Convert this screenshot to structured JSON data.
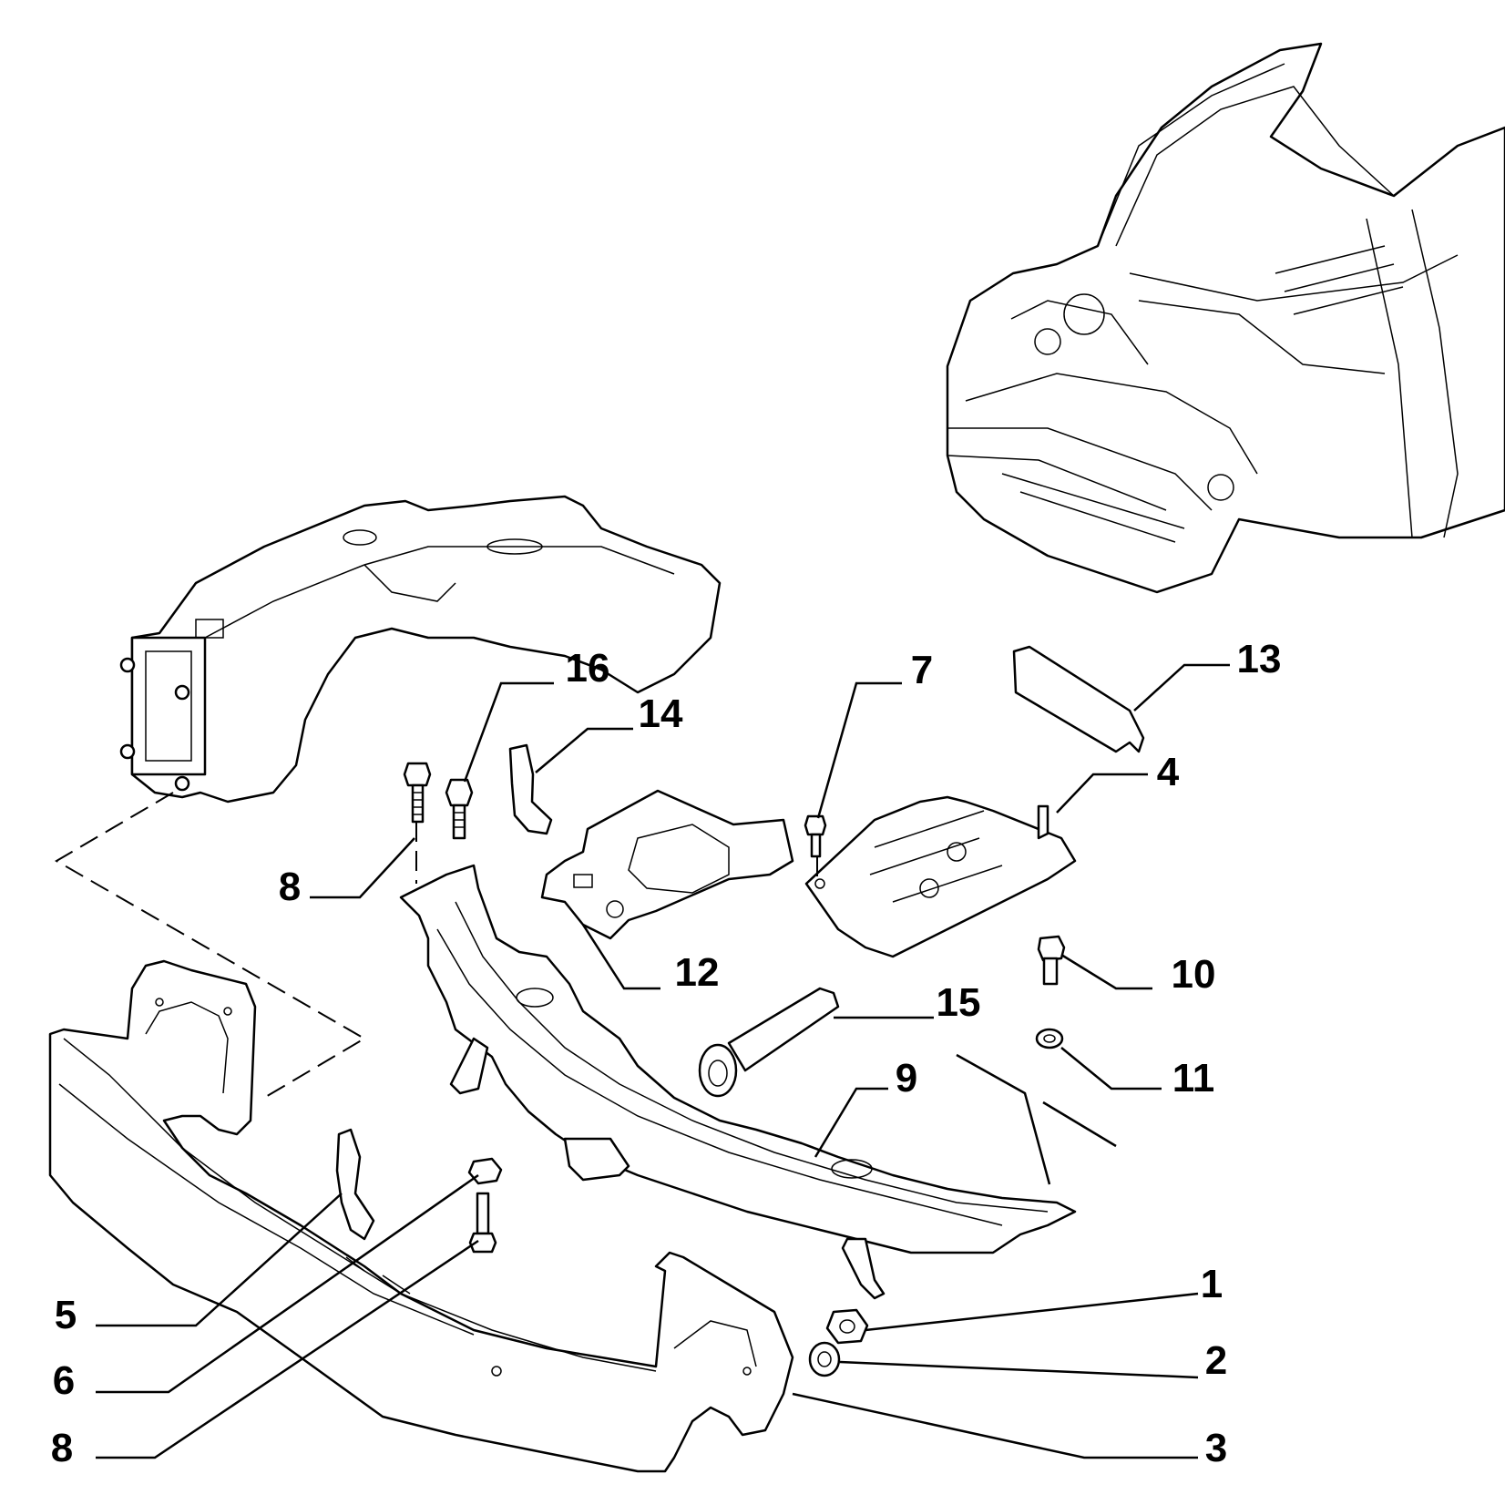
{
  "diagram": {
    "callouts": [
      {
        "id": "c16",
        "label": "16"
      },
      {
        "id": "c14",
        "label": "14"
      },
      {
        "id": "c7",
        "label": "7"
      },
      {
        "id": "c13",
        "label": "13"
      },
      {
        "id": "c4",
        "label": "4"
      },
      {
        "id": "c8a",
        "label": "8"
      },
      {
        "id": "c12",
        "label": "12"
      },
      {
        "id": "c10",
        "label": "10"
      },
      {
        "id": "c15",
        "label": "15"
      },
      {
        "id": "c11",
        "label": "11"
      },
      {
        "id": "c9",
        "label": "9"
      },
      {
        "id": "c1",
        "label": "1"
      },
      {
        "id": "c5",
        "label": "5"
      },
      {
        "id": "c2",
        "label": "2"
      },
      {
        "id": "c6",
        "label": "6"
      },
      {
        "id": "c8b",
        "label": "8"
      },
      {
        "id": "c3",
        "label": "3"
      }
    ]
  }
}
